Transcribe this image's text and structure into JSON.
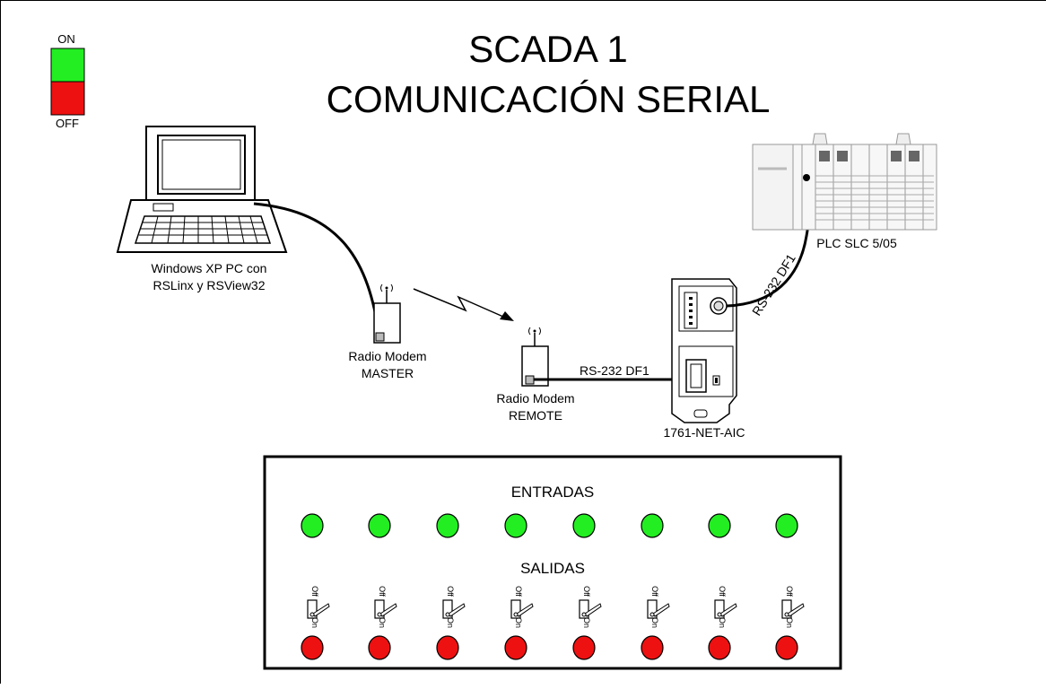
{
  "title": {
    "line1": "SCADA 1",
    "line2": "COMUNICACIÓN SERIAL"
  },
  "legend": {
    "on_label": "ON",
    "off_label": "OFF",
    "on_color": "#22ee22",
    "off_color": "#ee1111"
  },
  "devices": {
    "pc_label_1": "Windows XP PC con",
    "pc_label_2": "RSLinx y RSView32",
    "modem_master_1": "Radio Modem",
    "modem_master_2": "MASTER",
    "modem_remote_1": "Radio Modem",
    "modem_remote_2": "REMOTE",
    "net_aic": "1761-NET-AIC",
    "plc": "PLC SLC 5/05",
    "link_remote_aic": "RS-232 DF1",
    "link_aic_plc": "RS-232 DF1"
  },
  "panel": {
    "entradas_label": "ENTRADAS",
    "salidas_label": "SALIDAS",
    "switch_off": "Off",
    "switch_on": "On",
    "inputs": [
      {
        "id": "in-1",
        "state": "on"
      },
      {
        "id": "in-2",
        "state": "on"
      },
      {
        "id": "in-3",
        "state": "on"
      },
      {
        "id": "in-4",
        "state": "on"
      },
      {
        "id": "in-5",
        "state": "on"
      },
      {
        "id": "in-6",
        "state": "on"
      },
      {
        "id": "in-7",
        "state": "on"
      },
      {
        "id": "in-8",
        "state": "on"
      }
    ],
    "outputs": [
      {
        "id": "out-1",
        "state": "off"
      },
      {
        "id": "out-2",
        "state": "off"
      },
      {
        "id": "out-3",
        "state": "off"
      },
      {
        "id": "out-4",
        "state": "off"
      },
      {
        "id": "out-5",
        "state": "off"
      },
      {
        "id": "out-6",
        "state": "off"
      },
      {
        "id": "out-7",
        "state": "off"
      },
      {
        "id": "out-8",
        "state": "off"
      }
    ]
  }
}
